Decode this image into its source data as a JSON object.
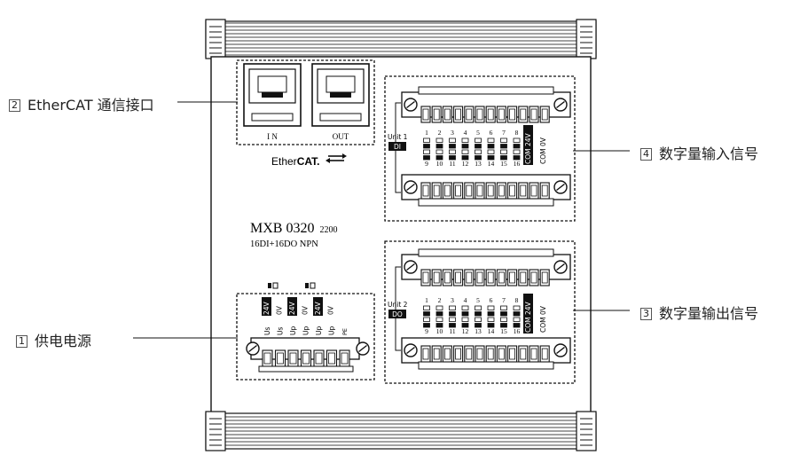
{
  "callouts": {
    "ethercat": {
      "num": "2",
      "label": "EtherCAT 通信接口"
    },
    "di": {
      "num": "4",
      "label": "数字量输入信号"
    },
    "do": {
      "num": "3",
      "label": "数字量输出信号"
    },
    "power": {
      "num": "1",
      "label": "供电电源"
    }
  },
  "ports": {
    "in_label": "I N",
    "out_label": "OUT"
  },
  "logo": {
    "prefix": "Ether",
    "suffix": "CAT."
  },
  "model": {
    "name": "MXB 0320",
    "suffix": "2200",
    "spec": "16DI+16DO NPN"
  },
  "unit1": {
    "label": "Unit 1",
    "badge": "DI"
  },
  "unit2": {
    "label": "Unit 2",
    "badge": "DO"
  },
  "channels": {
    "top": [
      "1",
      "2",
      "3",
      "4",
      "5",
      "6",
      "7",
      "8"
    ],
    "bottom": [
      "9",
      "10",
      "11",
      "12",
      "13",
      "14",
      "15",
      "16"
    ]
  },
  "com_labels": {
    "com24": "COM 24V",
    "com0": "COM 0V"
  },
  "power_terminals": {
    "labels": [
      "Us 24V",
      "Us 0V",
      "Up 24V",
      "Up 0V",
      "Up 24V",
      "Up 0V",
      "PE"
    ],
    "highlight": [
      true,
      false,
      true,
      false,
      true,
      false,
      false
    ]
  },
  "colors": {
    "line": "#111111",
    "badge_bg": "#111111",
    "badge_fg": "#ffffff"
  }
}
